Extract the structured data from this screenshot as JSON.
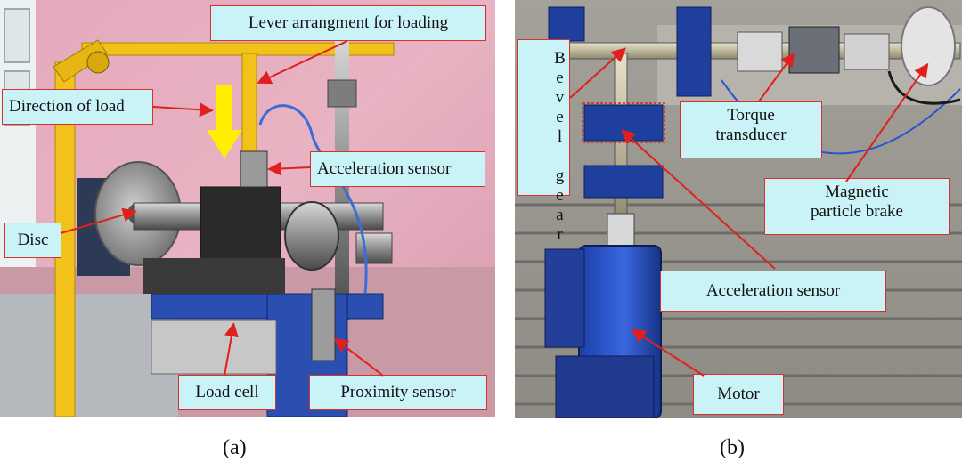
{
  "figure": {
    "panel_a": {
      "caption": "(a)",
      "labels": {
        "lever": "Lever arrangment for loading",
        "direction": "Direction of load",
        "accel": "Acceleration sensor",
        "disc": "Disc",
        "loadcell": "Load cell",
        "proximity": "Proximity sensor"
      }
    },
    "panel_b": {
      "caption": "(b)",
      "labels": {
        "bevel": "Bevel gear",
        "torque_1": "Torque",
        "torque_2": "transducer",
        "brake_1": "Magnetic",
        "brake_2": "particle brake",
        "accel": "Acceleration sensor",
        "motor": "Motor"
      }
    }
  },
  "colors": {
    "label_bg": "#c9f3f7",
    "label_border": "#d8302c",
    "arrow": "#e0201c",
    "load_arrow": "#ffee00",
    "frame_yellow": "#f2c21a",
    "steel_blue": "#2a4fb0"
  }
}
